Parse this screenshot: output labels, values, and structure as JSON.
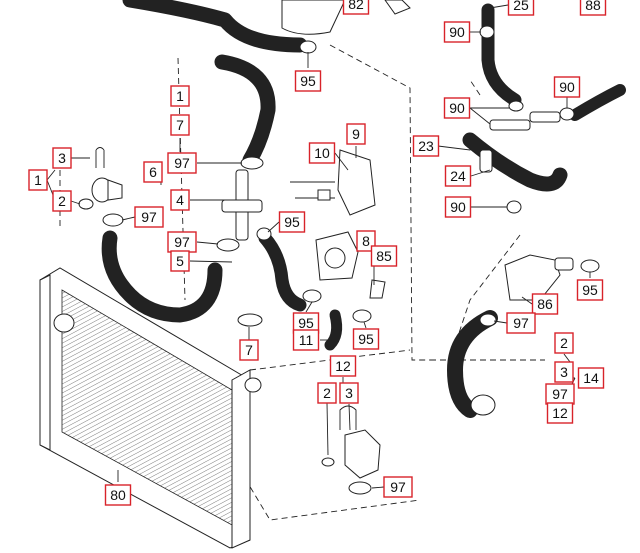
{
  "diagram": {
    "colors": {
      "callout_border": "#d8232a",
      "line": "#222222",
      "background": "#ffffff"
    },
    "callouts": [
      {
        "id": "c82",
        "label": "82"
      },
      {
        "id": "c25",
        "label": "25"
      },
      {
        "id": "c88",
        "label": "88"
      },
      {
        "id": "c90a",
        "label": "90"
      },
      {
        "id": "c95a",
        "label": "95"
      },
      {
        "id": "c90b",
        "label": "90"
      },
      {
        "id": "c1a",
        "label": "1"
      },
      {
        "id": "c90c",
        "label": "90"
      },
      {
        "id": "c7a",
        "label": "7"
      },
      {
        "id": "c9",
        "label": "9"
      },
      {
        "id": "c23",
        "label": "23"
      },
      {
        "id": "c3a",
        "label": "3"
      },
      {
        "id": "c10",
        "label": "10"
      },
      {
        "id": "c6",
        "label": "6"
      },
      {
        "id": "c97a",
        "label": "97"
      },
      {
        "id": "c1b",
        "label": "1"
      },
      {
        "id": "c24",
        "label": "24"
      },
      {
        "id": "c2a",
        "label": "2"
      },
      {
        "id": "c97b",
        "label": "97"
      },
      {
        "id": "c4",
        "label": "4"
      },
      {
        "id": "c90d",
        "label": "90"
      },
      {
        "id": "c95b",
        "label": "95"
      },
      {
        "id": "c97c",
        "label": "97"
      },
      {
        "id": "c8",
        "label": "8"
      },
      {
        "id": "c5",
        "label": "5"
      },
      {
        "id": "c85",
        "label": "85"
      },
      {
        "id": "c95c",
        "label": "95"
      },
      {
        "id": "c86",
        "label": "86"
      },
      {
        "id": "c95d",
        "label": "95"
      },
      {
        "id": "c97d",
        "label": "97"
      },
      {
        "id": "c11",
        "label": "11"
      },
      {
        "id": "c95e",
        "label": "95"
      },
      {
        "id": "c7b",
        "label": "7"
      },
      {
        "id": "c2b",
        "label": "2"
      },
      {
        "id": "c12a",
        "label": "12"
      },
      {
        "id": "c3b",
        "label": "3"
      },
      {
        "id": "c14",
        "label": "14"
      },
      {
        "id": "c2c",
        "label": "2"
      },
      {
        "id": "c3c",
        "label": "3"
      },
      {
        "id": "c97e",
        "label": "97"
      },
      {
        "id": "c12b",
        "label": "12"
      },
      {
        "id": "c80",
        "label": "80"
      },
      {
        "id": "c97f",
        "label": "97"
      }
    ]
  }
}
